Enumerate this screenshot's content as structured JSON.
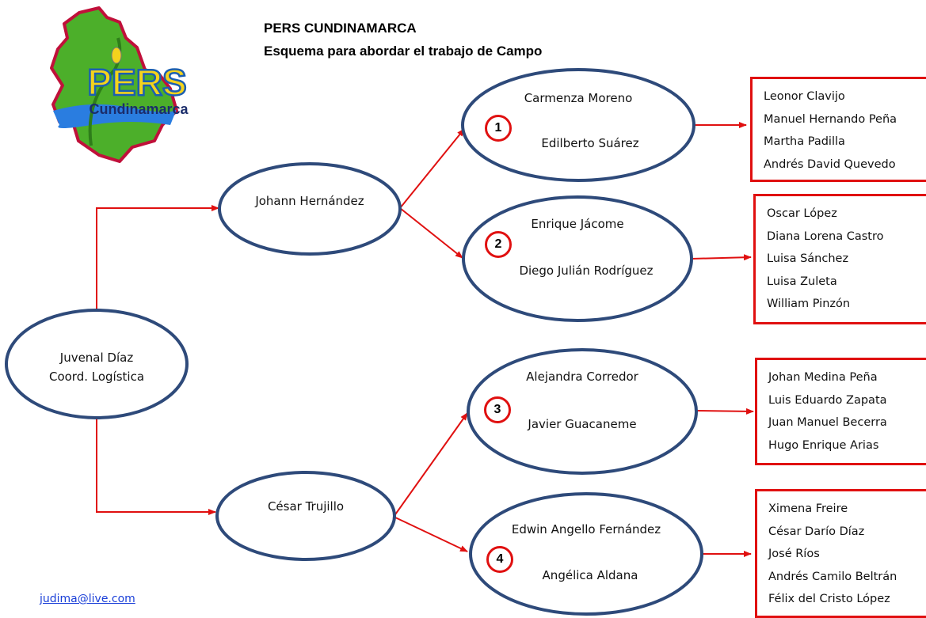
{
  "header": {
    "title": "PERS CUNDINAMARCA",
    "subtitle": "Esquema para abordar el trabajo de Campo"
  },
  "logo": {
    "text_main": "PERS",
    "text_sub": "Cundinamarca",
    "colors": {
      "land": "#4caf2a",
      "outline": "#c0103a",
      "water": "#2a7de0",
      "letters": "#f4d31c"
    }
  },
  "coordinator": {
    "line1": "Juvenal Díaz",
    "line2": "Coord. Logística"
  },
  "supervisors": [
    {
      "name": "Johann Hernández"
    },
    {
      "name": "César Trujillo"
    }
  ],
  "groups": [
    {
      "number": "1",
      "leader1": "Carmenza Moreno",
      "leader2": "Edilberto Suárez",
      "members": [
        "Leonor Clavijo",
        "Manuel Hernando Peña",
        "Martha Padilla",
        "Andrés David Quevedo"
      ]
    },
    {
      "number": "2",
      "leader1": "Enrique Jácome",
      "leader2": "Diego Julián Rodríguez",
      "members": [
        "Oscar López",
        "Diana Lorena Castro",
        "Luisa Sánchez",
        "Luisa Zuleta",
        "William Pinzón"
      ]
    },
    {
      "number": "3",
      "leader1": "Alejandra Corredor",
      "leader2": "Javier Guacaneme",
      "members": [
        "Johan Medina Peña",
        "Luis Eduardo Zapata",
        "Juan Manuel Becerra",
        "Hugo Enrique Arias"
      ]
    },
    {
      "number": "4",
      "leader1": "Edwin Angello Fernández",
      "leader2": "Angélica Aldana",
      "members": [
        "Ximena Freire",
        "César Darío Díaz",
        "José Ríos",
        "Andrés Camilo Beltrán",
        "Félix del Cristo López"
      ]
    }
  ],
  "footer": {
    "email": "judima@live.com"
  },
  "colors": {
    "ellipse_stroke": "#2e4a7a",
    "connector": "#e01010",
    "box_border": "#e01010"
  }
}
